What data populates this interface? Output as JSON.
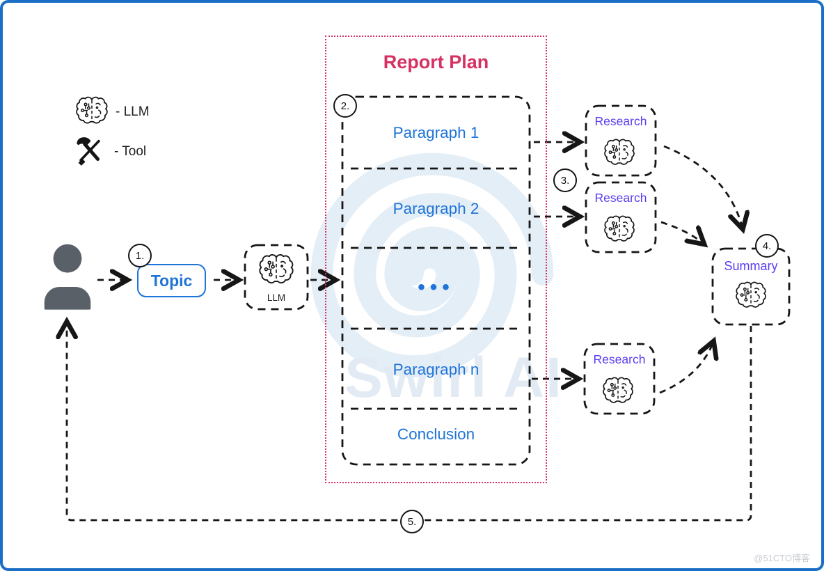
{
  "legend": {
    "llm": {
      "icon": "brain-icon",
      "label": "- LLM"
    },
    "tool": {
      "icon": "tools-icon",
      "label": "- Tool"
    }
  },
  "steps": {
    "one": "1.",
    "two": "2.",
    "three": "3.",
    "four": "4.",
    "five": "5."
  },
  "nodes": {
    "topic": {
      "label": "Topic"
    },
    "llm": {
      "label": "LLM"
    },
    "research_1": {
      "label": "Research"
    },
    "research_2": {
      "label": "Research"
    },
    "research_3": {
      "label": "Research"
    },
    "summary": {
      "label": "Summary"
    }
  },
  "report_plan": {
    "title": "Report Plan",
    "sections": [
      "Paragraph 1",
      "Paragraph 2",
      "•••",
      "Paragraph n",
      "Conclusion"
    ]
  },
  "watermarks": {
    "brand": "Swirl AI",
    "site": "@51CTO博客"
  },
  "colors": {
    "frame_blue": "#1a6ec5",
    "node_blue": "#1e74d8",
    "plan_crimson": "#d63163",
    "agent_purple": "#5b3cf0",
    "ink_black": "#161616",
    "person_gray": "#596067"
  }
}
